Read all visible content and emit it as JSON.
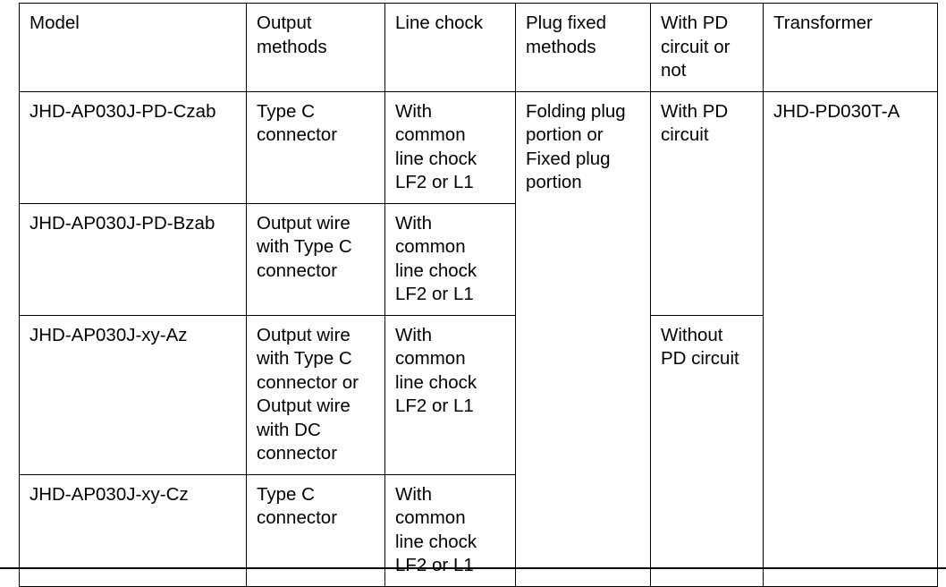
{
  "document": {
    "type": "specification-table",
    "background_color": "#ffffff",
    "text_color": "#000000",
    "border_color": "#000000"
  },
  "table": {
    "columns": [
      {
        "key": "model",
        "header": "Model"
      },
      {
        "key": "output",
        "header": "Output\nmethods"
      },
      {
        "key": "chock",
        "header": "Line chock"
      },
      {
        "key": "plug",
        "header": "Plug fixed\nmethods"
      },
      {
        "key": "pd",
        "header": "With PD\ncircuit or\nnot"
      },
      {
        "key": "transformer",
        "header": "Transformer"
      }
    ],
    "rows": [
      {
        "model": "JHD-AP030J-PD-Czab",
        "output": "Type C\nconnector",
        "chock": "With\ncommon\nline chock\nLF2 or L1",
        "plug": "Folding plug\nportion or\nFixed plug\nportion",
        "pd": "With PD\ncircuit",
        "transformer": "JHD-PD030T-A"
      },
      {
        "model": "JHD-AP030J-PD-Bzab",
        "output": "Output wire\nwith Type C\nconnector",
        "chock": "With\ncommon\nline chock\nLF2 or L1",
        "plug": "",
        "pd": "",
        "transformer": ""
      },
      {
        "model": "JHD-AP030J-xy-Az",
        "output": "Output wire\nwith Type C\nconnector or\nOutput wire\nwith DC\nconnector",
        "chock": "With\ncommon\nline chock\nLF2 or L1",
        "plug": "",
        "pd": "Without\nPD circuit",
        "transformer": ""
      },
      {
        "model": "JHD-AP030J-xy-Cz",
        "output": "Type C\nconnector",
        "chock": "With\ncommon\nline chock\nLF2 or L1",
        "plug": "",
        "pd": "",
        "transformer": ""
      }
    ],
    "merges": {
      "plug_rowspan_4": "Folding plug\nportion or\nFixed plug\nportion",
      "pd_rowspan_2_first": "With PD\ncircuit",
      "pd_rowspan_2_second": "Without\nPD circuit",
      "transformer_rowspan_4": "JHD-PD030T-A"
    }
  }
}
